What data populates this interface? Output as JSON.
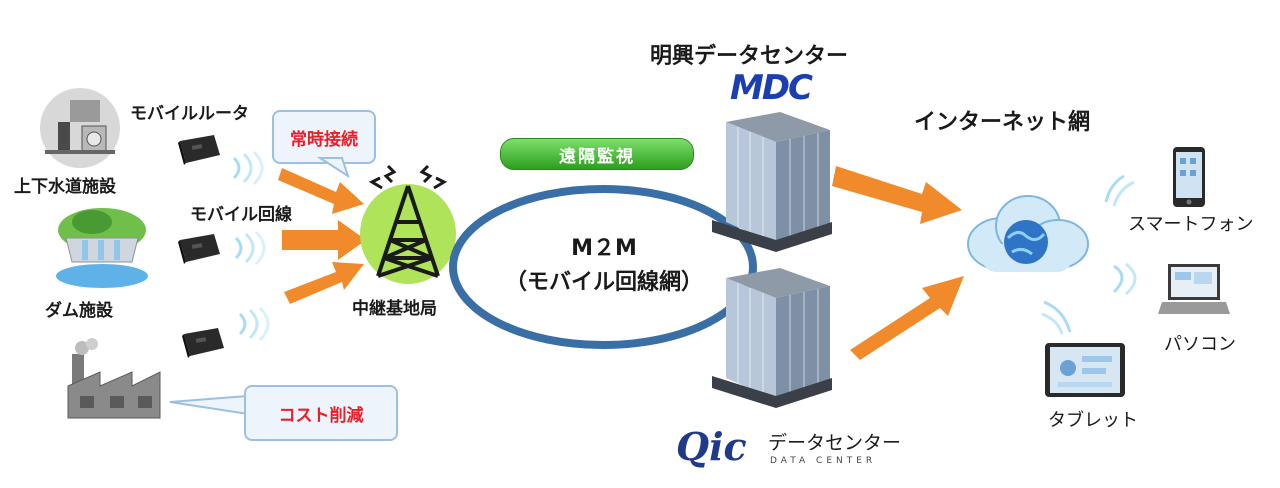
{
  "labels": {
    "water_facility": "上下水道施設",
    "dam_facility": "ダム施設",
    "mobile_router": "モバイルルータ",
    "mobile_line": "モバイル回線",
    "always_on": "常時接続",
    "cost_reduction": "コスト削減",
    "relay_station": "中継基地局",
    "remote_monitoring": "遠隔監視",
    "m2m_title": "M２M",
    "m2m_subtitle": "（モバイル回線網）",
    "meiko_dc": "明興データセンター",
    "mdc_logo": "MDC",
    "internet": "インターネット網",
    "smartphone": "スマートフォン",
    "pc": "パソコン",
    "tablet": "タブレット",
    "qic_logo": "Qic",
    "qic_dc": "データセンター",
    "qic_dc_sub": "DATA CENTER"
  },
  "colors": {
    "arrow": "#f08a2a",
    "ring": "#3a6fa6",
    "callout_text": "#e6202a",
    "pill_green": "#3fb52a",
    "mdc_blue": "#1c3fb0"
  }
}
